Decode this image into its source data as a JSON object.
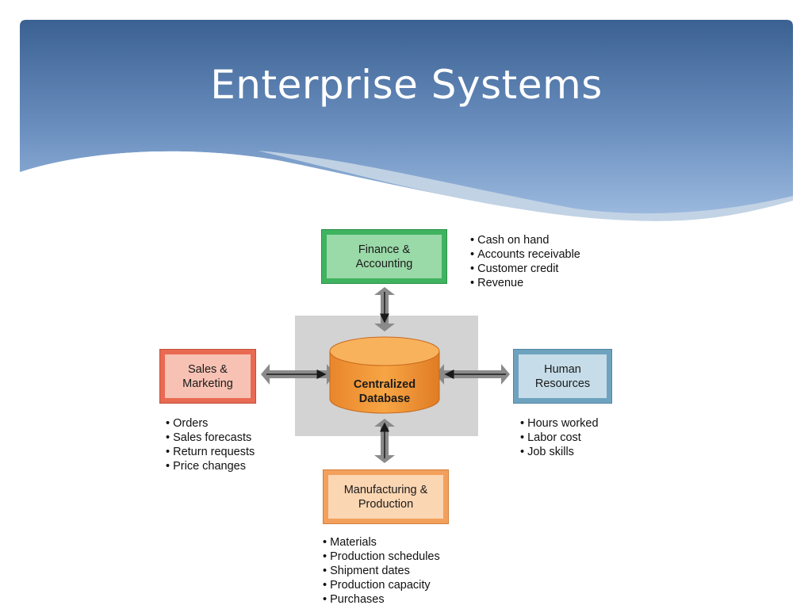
{
  "title": "Enterprise Systems",
  "database": {
    "line1": "Centralized",
    "line2": "Database"
  },
  "modules": {
    "finance": {
      "line1": "Finance &",
      "line2": "Accounting",
      "items": [
        "Cash on hand",
        "Accounts receivable",
        "Customer credit",
        "Revenue"
      ],
      "color": "#5cc27a"
    },
    "sales": {
      "line1": "Sales &",
      "line2": "Marketing",
      "items": [
        "Orders",
        "Sales forecasts",
        "Return requests",
        "Price changes"
      ],
      "color": "#f08a72"
    },
    "hr": {
      "line1": "Human",
      "line2": "Resources",
      "items": [
        "Hours worked",
        "Labor cost",
        "Job skills"
      ],
      "color": "#8fb9cf"
    },
    "manufacturing": {
      "line1": "Manufacturing &",
      "line2": "Production",
      "items": [
        "Materials",
        "Production schedules",
        "Shipment dates",
        "Production capacity",
        "Purchases"
      ],
      "color": "#f6b27a"
    }
  },
  "colors": {
    "header_top": "#3d6496",
    "header_bottom": "#8aaedb",
    "database": "#f39a3b"
  }
}
